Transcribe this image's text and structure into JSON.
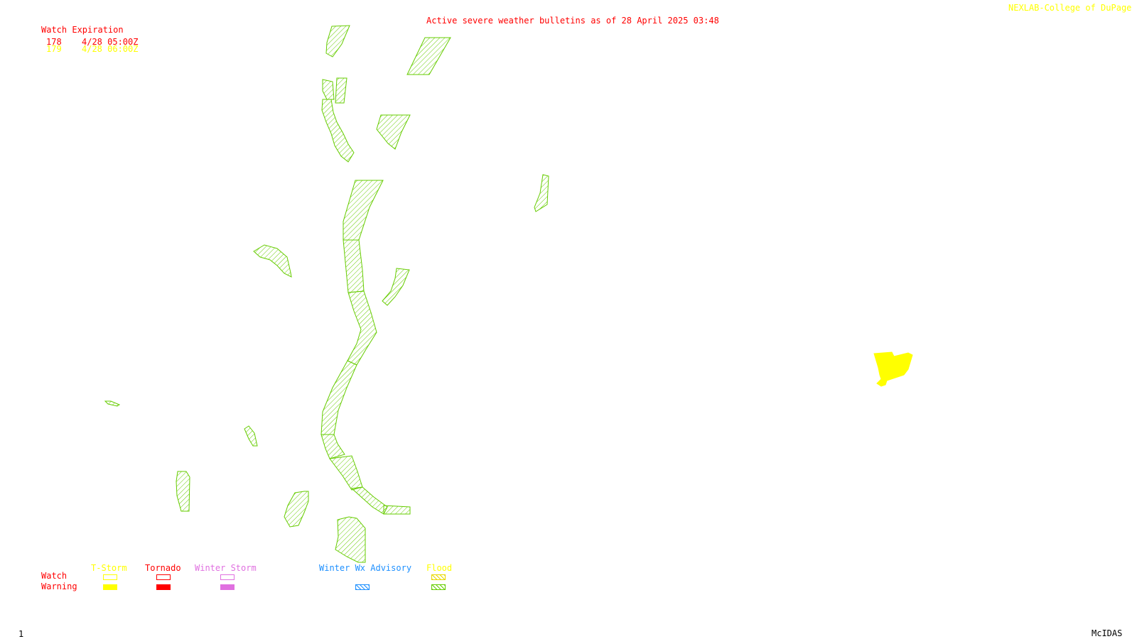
{
  "header": {
    "title": "Active severe weather bulletins as of 28 April 2025 03:48",
    "credit": "NEXLAB-College of DuPage R"
  },
  "watch_expiration": {
    "heading": "Watch Expiration",
    "rows": [
      {
        "id": "178",
        "time": "4/28 05:00Z",
        "color": "#ff0000"
      },
      {
        "id": "179",
        "time": "4/28 06:00Z",
        "color": "#ffff00"
      }
    ]
  },
  "legend": {
    "row_labels": {
      "watch": "Watch",
      "warning": "Warning"
    },
    "categories": [
      {
        "label": "T-Storm",
        "color": "#ffff00"
      },
      {
        "label": "Tornado",
        "color": "#ff0000"
      },
      {
        "label": "Winter Storm",
        "color": "#e070e0"
      },
      {
        "label": "Winter Wx Advisory",
        "color": "#1e90ff"
      },
      {
        "label": "Flood",
        "color": "#ffff00"
      }
    ],
    "flood_warning_color": "#66cc00"
  },
  "footer": {
    "frame": "1",
    "software": "McIDAS"
  },
  "map_layers": {
    "flood_warning_color": "#66cc00",
    "tstorm_warning_color": "#ffff00"
  }
}
